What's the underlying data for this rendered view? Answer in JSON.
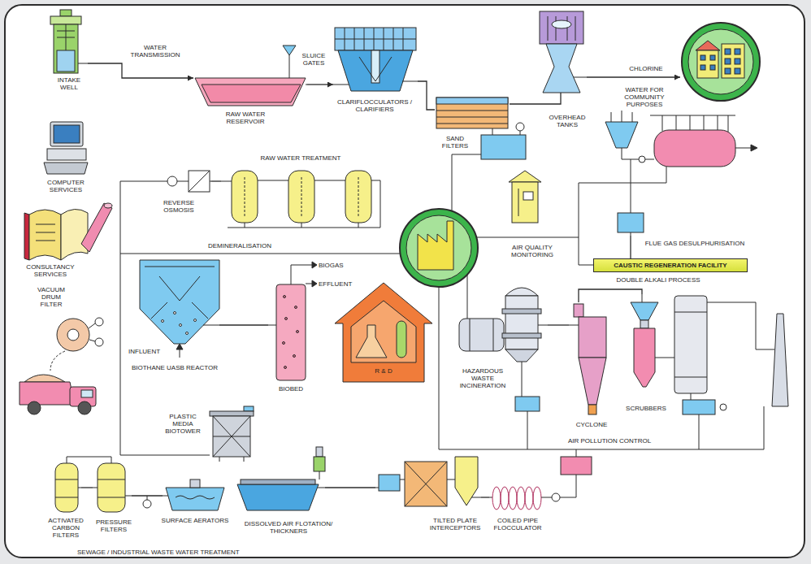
{
  "diagram": {
    "nodes": [
      {
        "text": [
          "INTAKE WELL"
        ]
      },
      {
        "text": [
          "RAW WATER RESERVOIR"
        ]
      },
      {
        "text": [
          "CLARIFLOCCULATORS / CLARIFIERS"
        ]
      },
      {
        "text": [
          "SAND FILTERS"
        ]
      },
      {
        "text": [
          "OVERHEAD TANKS"
        ]
      },
      {
        "text": [
          "WATER FOR COMMUNITY PURPOSES"
        ]
      },
      {
        "text": [
          "COMPUTER SERVICES"
        ]
      },
      {
        "text": [
          "RAW WATER TREATMENT"
        ]
      },
      {
        "text": [
          "REVERSE OSMOSIS"
        ]
      },
      {
        "text": [
          "AIR QUALITY MONITORING"
        ]
      },
      {
        "text": [
          "FLUE GAS DESULPHURISATION"
        ]
      },
      {
        "text": [
          "CONSULTANCY SERVICES"
        ]
      },
      {
        "text": [
          "CAUSTIC REGENERATION FACILITY"
        ]
      },
      {
        "text": [
          "BIOTHANE UASB REACTOR"
        ]
      },
      {
        "text": [
          "BIOBED"
        ]
      },
      {
        "text": [
          "R & D"
        ]
      },
      {
        "text": [
          "VACUUM DRUM FILTER"
        ]
      },
      {
        "text": [
          "HAZARDOUS WASTE INCINERATION"
        ]
      },
      {
        "text": [
          "CYCLONE"
        ]
      },
      {
        "text": [
          "SCRUBBERS"
        ]
      },
      {
        "text": [
          "PLASTIC MEDIA BIOTOWER"
        ]
      },
      {
        "text": [
          "ACTIVATED CARBON FILTERS"
        ]
      },
      {
        "text": [
          "PRESSURE FILTERS"
        ]
      },
      {
        "text": [
          "SURFACE AERATORS"
        ]
      },
      {
        "text": [
          "DISSOLVED AIR FLOTATION/ THICKNERS"
        ]
      },
      {
        "text": [
          "TILTED PLATE INTERCEPTORS"
        ]
      },
      {
        "text": [
          "COILED PIPE FLOCCULATOR"
        ]
      }
    ],
    "edges": [
      {
        "from": 0,
        "to": 1,
        "arrow": "to",
        "label": "WATER TRANSMISSION"
      },
      {
        "from": 1,
        "to": 2,
        "arrow": "to"
      },
      {
        "from": 2,
        "to": 3,
        "arrow": "none"
      },
      {
        "from": 3,
        "to": 4,
        "arrow": "none"
      },
      {
        "from": 4,
        "to": 5,
        "arrow": "to",
        "label": "CHLORINE"
      },
      {
        "from": 8,
        "to": 7,
        "arrow": "none"
      },
      {
        "from": 10,
        "to": 12,
        "arrow": "none"
      },
      {
        "from": 13,
        "to": 14,
        "arrow": "none"
      },
      {
        "from": 17,
        "to": 18,
        "arrow": "none"
      },
      {
        "from": 18,
        "to": 19,
        "arrow": "none"
      },
      {
        "from": 21,
        "to": 22,
        "arrow": "none"
      },
      {
        "from": 22,
        "to": 23,
        "arrow": "none"
      },
      {
        "from": 25,
        "to": 24,
        "arrow": "none"
      },
      {
        "from": 26,
        "to": 25,
        "arrow": "none"
      }
    ],
    "labels": [
      "SLUICE GATES",
      "DEMINERALISATION",
      "BIOGAS",
      "EFFLUENT",
      "INFLUENT",
      "DOUBLE ALKALI PROCESS",
      "AIR POLLUTION CONTROL",
      "SEWAGE / INDUSTRIAL WASTE WATER TREATMENT"
    ]
  }
}
